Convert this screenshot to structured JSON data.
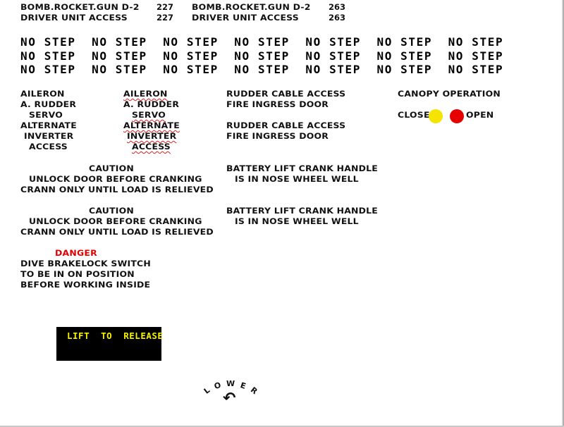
{
  "header": {
    "left_label_1": "BOMB.ROCKET.GUN D-2",
    "left_value_1": "227",
    "left_label_2": "DRIVER UNIT ACCESS",
    "left_value_2": "227",
    "right_label_1": "BOMB.ROCKET.GUN D-2",
    "right_value_1": "263",
    "right_label_2": "DRIVER UNIT ACCESS",
    "right_value_2": "263"
  },
  "no_step": {
    "row_1": "NO STEP  NO STEP  NO STEP  NO STEP  NO STEP  NO STEP  NO STEP",
    "row_2": "NO STEP  NO STEP  NO STEP  NO STEP  NO STEP  NO STEP  NO STEP",
    "row_3": "NO STEP  NO STEP  NO STEP  NO STEP  NO STEP  NO STEP  NO STEP"
  },
  "panel_left": {
    "line_1": "AILERON",
    "line_2": "A. RUDDER",
    "line_3": "SERVO",
    "line_4": "ALTERNATE",
    "line_5": "INVERTER",
    "line_6": "ACCESS"
  },
  "panel_mid": {
    "line_1": "AILERON",
    "line_2": "A. RUDDER",
    "line_3": "SERVO",
    "line_4": "ALTERNATE",
    "line_5": "INVERTER",
    "line_6": "ACCESS"
  },
  "rudder": {
    "a_line_1": "RUDDER CABLE ACCESS",
    "a_line_2": "FIRE INGRESS DOOR",
    "b_line_1": "RUDDER CABLE ACCESS",
    "b_line_2": "FIRE INGRESS DOOR"
  },
  "canopy": {
    "title": "CANOPY OPERATION",
    "close_label": "CLOSE",
    "open_label": "OPEN",
    "close_color": "#f5e400",
    "open_color": "#e60000"
  },
  "caution_1": {
    "title": "CAUTION",
    "line_1": "UNLOCK DOOR BEFORE CRANKING",
    "line_2": "CRANN ONLY UNTIL LOAD IS RELIEVED"
  },
  "caution_2": {
    "title": "CAUTION",
    "line_1": "UNLOCK DOOR BEFORE CRANKING",
    "line_2": "CRANN ONLY UNTIL LOAD IS RELIEVED"
  },
  "battery_1": {
    "line_1": "BATTERY LIFT CRANK HANDLE",
    "line_2": "IS IN NOSE WHEEL WELL"
  },
  "battery_2": {
    "line_1": "BATTERY LIFT CRANK HANDLE",
    "line_2": "IS IN NOSE WHEEL WELL"
  },
  "danger": {
    "title": "DANGER",
    "line_1": "DIVE BRAKELOCK SWITCH",
    "line_2": "TO BE IN ON POSITION",
    "line_3": "BEFORE WORKING INSIDE"
  },
  "lift_plate": {
    "text": "LIFT  TO  RELEASE"
  },
  "lower": {
    "l1": "L",
    "l2": "O",
    "l3": "W",
    "l4": "E",
    "l5": "R",
    "arrow": "↶"
  }
}
